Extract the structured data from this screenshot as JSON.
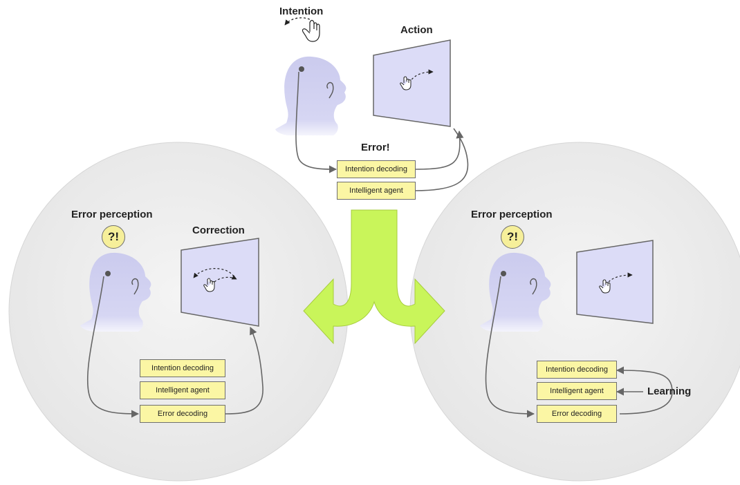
{
  "top": {
    "intention_label": "Intention",
    "action_label": "Action",
    "error_label": "Error!",
    "boxes": [
      "Intention decoding",
      "Intelligent agent"
    ]
  },
  "left_scenario": {
    "error_perception_label": "Error perception",
    "badge_text": "?!",
    "correction_label": "Correction",
    "boxes": [
      "Intention decoding",
      "Intelligent agent",
      "Error decoding"
    ]
  },
  "right_scenario": {
    "error_perception_label": "Error perception",
    "badge_text": "?!",
    "learning_label": "Learning",
    "boxes": [
      "Intention decoding",
      "Intelligent agent",
      "Error decoding"
    ]
  },
  "colors": {
    "circle_fill": "#efefef",
    "head_fill": "#cfd0f0",
    "screen_fill": "#dcdcf7",
    "box_fill": "#fbf6a4",
    "arrow_fill": "#c9f55a"
  }
}
